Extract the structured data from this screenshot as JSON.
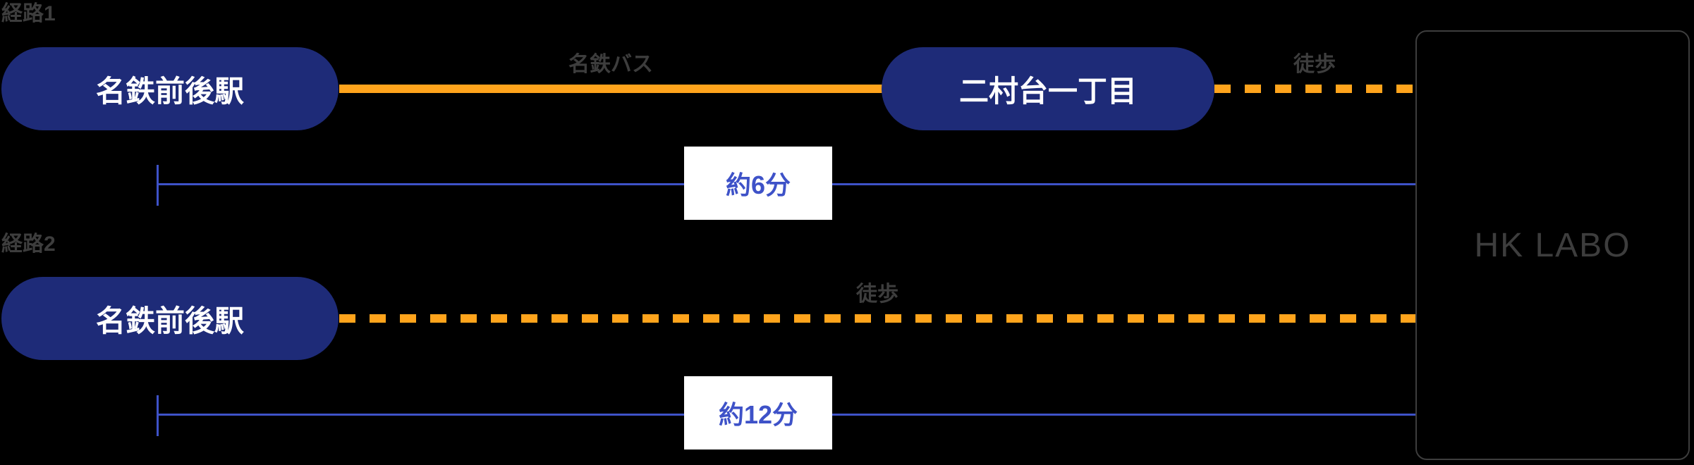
{
  "colors": {
    "background": "#000000",
    "station_pill": "#1e2b78",
    "station_text": "#ffffff",
    "transit_line_orange": "#ffa41c",
    "bracket_blue": "#3e52c8",
    "duration_text_blue": "#3e52c8",
    "muted_gray_text": "#3d3d3d",
    "duration_box_bg": "#ffffff"
  },
  "destination": {
    "name": "HK LABO"
  },
  "routes": [
    {
      "label": "経路1",
      "origin": "名鉄前後駅",
      "segment1_label": "名鉄バス",
      "segment1_type": "bus-solid-line",
      "via": "二村台一丁目",
      "segment2_label": "徒歩",
      "segment2_type": "walk-dashed-line",
      "duration": "約6分"
    },
    {
      "label": "経路2",
      "origin": "名鉄前後駅",
      "segment1_label": "徒歩",
      "segment1_type": "walk-dashed-line",
      "duration": "約12分"
    }
  ]
}
